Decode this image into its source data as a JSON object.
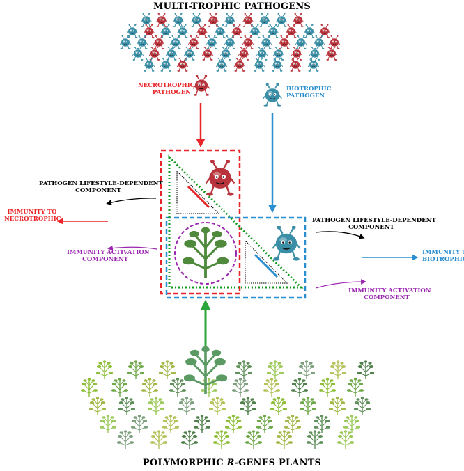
{
  "titles": {
    "top": "MULTI-TROPHIC PATHOGENS",
    "bottom_pre": "POLYMORPHIC ",
    "bottom_italic": "R",
    "bottom_post": "-GENES PLANTS"
  },
  "labels": {
    "necrotrophic_pathogen_l1": "NECROTROPHIC",
    "necrotrophic_pathogen_l2": "PATHOGEN",
    "biotrophic_pathogen_l1": "BIOTROPHIC",
    "biotrophic_pathogen_l2": "PATHOGEN",
    "left_lifestyle_l1": "PATHOGEN LIFESTYLE-DEPENDENT",
    "left_lifestyle_l2": "COMPONENT",
    "left_immunity_l1": "IMMUNITY TO",
    "left_immunity_l2": "NECROTROPHIC",
    "left_activation_l1": "IMMUNITY ACTIVATION",
    "left_activation_l2": "COMPONENT",
    "right_lifestyle_l1": "PATHOGEN LIFESTYLE-DEPENDENT",
    "right_lifestyle_l2": "COMPONENT",
    "right_immunity_l1": "IMMUNITY TO",
    "right_immunity_l2": "BIOTROPHIC",
    "right_activation_l1": "IMMUNITY ACTIVATION",
    "right_activation_l2": "COMPONENT"
  },
  "colors": {
    "necrotrophic": "#e8262a",
    "biotrophic": "#2a8fd0",
    "activation": "#9b27b0",
    "lifestyle": "#000000",
    "plant_arrow": "#2aa63a",
    "triangle_border": "#119a1f",
    "red_pathogen": "#b8333b",
    "blue_pathogen": "#3a8fa6",
    "plant_green": "#7fb25a"
  },
  "icons": {
    "pathogen": "pathogen-microbe-icon",
    "plant": "tomato-plant-icon"
  }
}
